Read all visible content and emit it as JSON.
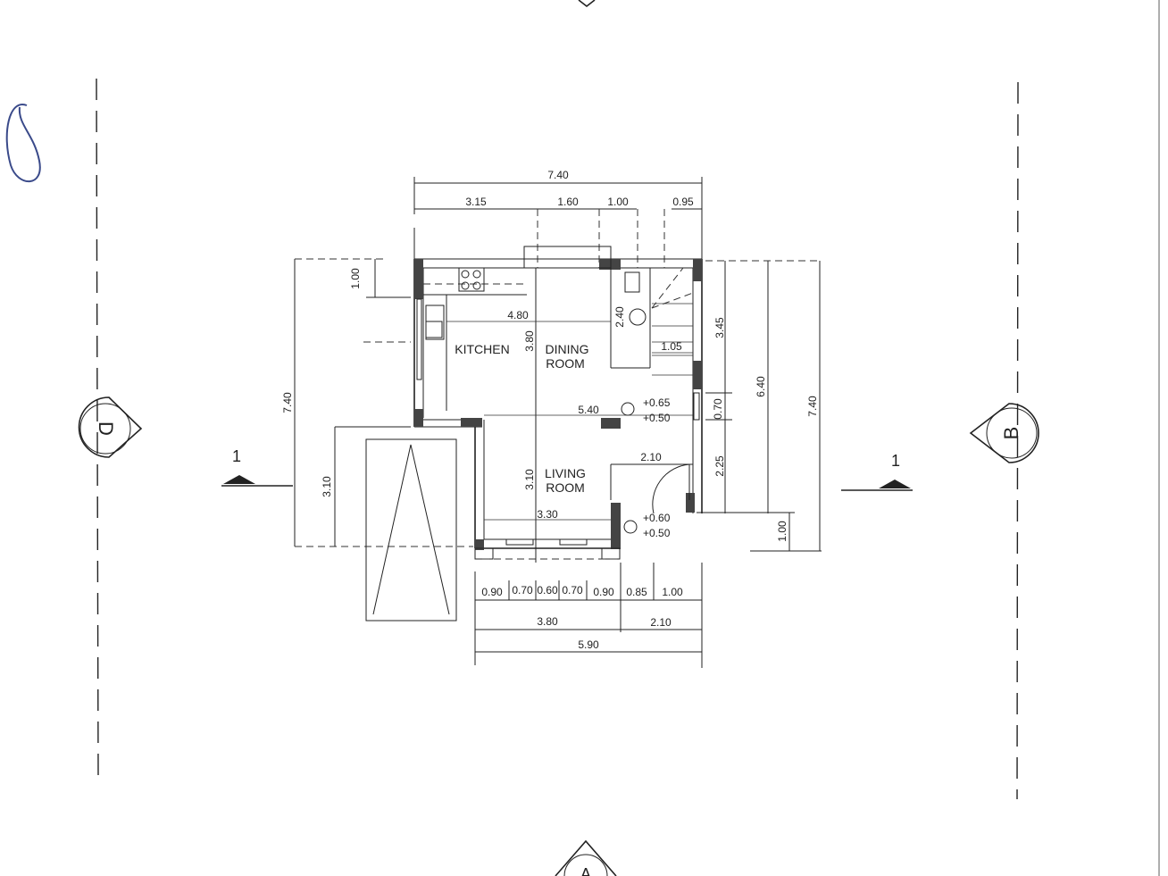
{
  "plan": {
    "rooms": {
      "kitchen": "KITCHEN",
      "dining_1": "DINING",
      "dining_2": "ROOM",
      "living_1": "LIVING",
      "living_2": "ROOM"
    },
    "dims_top": {
      "overall": "7.40",
      "a": "3.15",
      "b": "1.60",
      "c": "1.00",
      "d": "0.95"
    },
    "dims_inner": {
      "kitchen_w": "4.80",
      "dining_h": "3.80",
      "stair_h": "2.40",
      "stair_w": "1.05",
      "mid_w": "5.40",
      "living_h": "3.10",
      "living_w": "3.30",
      "bath_w": "2.10"
    },
    "levels": {
      "l1": "+0.65",
      "l2": "+0.50",
      "l3": "+0.60",
      "l4": "+0.50"
    },
    "dims_right": {
      "a": "3.45",
      "b": "0.70",
      "c": "2.25",
      "d": "1.00",
      "inner": "6.40",
      "overall": "7.40"
    },
    "dims_left": {
      "a": "1.00",
      "overall": "7.40",
      "b": "3.10"
    },
    "dims_bottom": [
      "0.90",
      "0.70",
      "0.60",
      "0.70",
      "0.90",
      "0.85",
      "1.00"
    ],
    "dims_bottom2": {
      "a": "3.80",
      "b": "2.10",
      "overall": "5.90"
    },
    "axes": {
      "left": "D",
      "right": "B",
      "bottom": "A"
    },
    "section": {
      "left": "1",
      "right": "1"
    }
  }
}
